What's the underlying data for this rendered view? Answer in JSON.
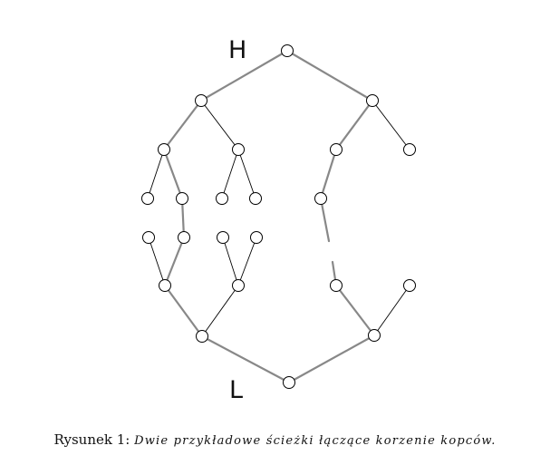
{
  "labels": {
    "top_root": "H",
    "bottom_root": "L"
  },
  "caption": {
    "prefix": "Rysunek 1:",
    "text": "Dwie przykładowe ścieżki łączące korzenie kopców."
  }
}
